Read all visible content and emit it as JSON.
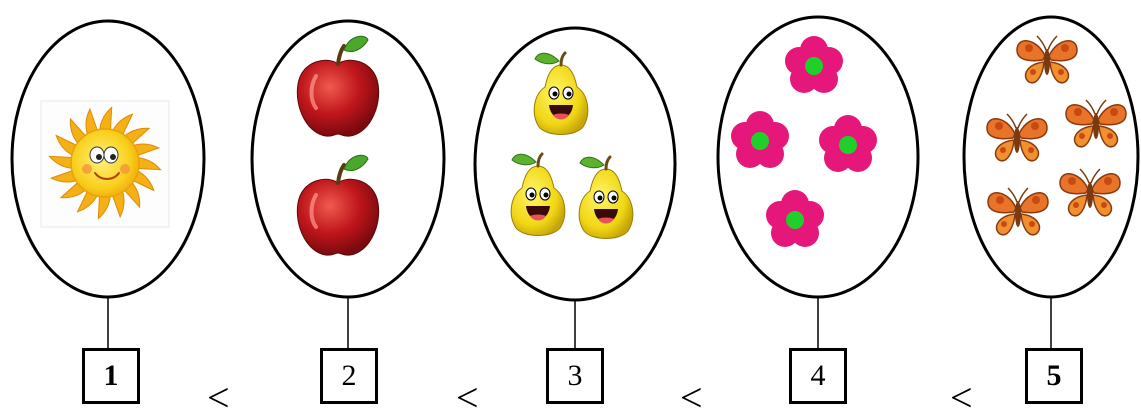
{
  "groups": [
    {
      "item": "sun-icon",
      "count": 1,
      "number": "1"
    },
    {
      "item": "apple-icon",
      "count": 2,
      "number": "2"
    },
    {
      "item": "pear-icon",
      "count": 3,
      "number": "3"
    },
    {
      "item": "flower-icon",
      "count": 4,
      "number": "4"
    },
    {
      "item": "butterfly-icon",
      "count": 5,
      "number": "5"
    }
  ],
  "comparison_sign": "<",
  "colors": {
    "outline": "#000000",
    "sun": "#f7c41a",
    "apple": "#b3161c",
    "pear": "#f0dc16",
    "flower": "#e6177a",
    "flower_center": "#1fd02a",
    "butterfly": "#e8742a"
  }
}
